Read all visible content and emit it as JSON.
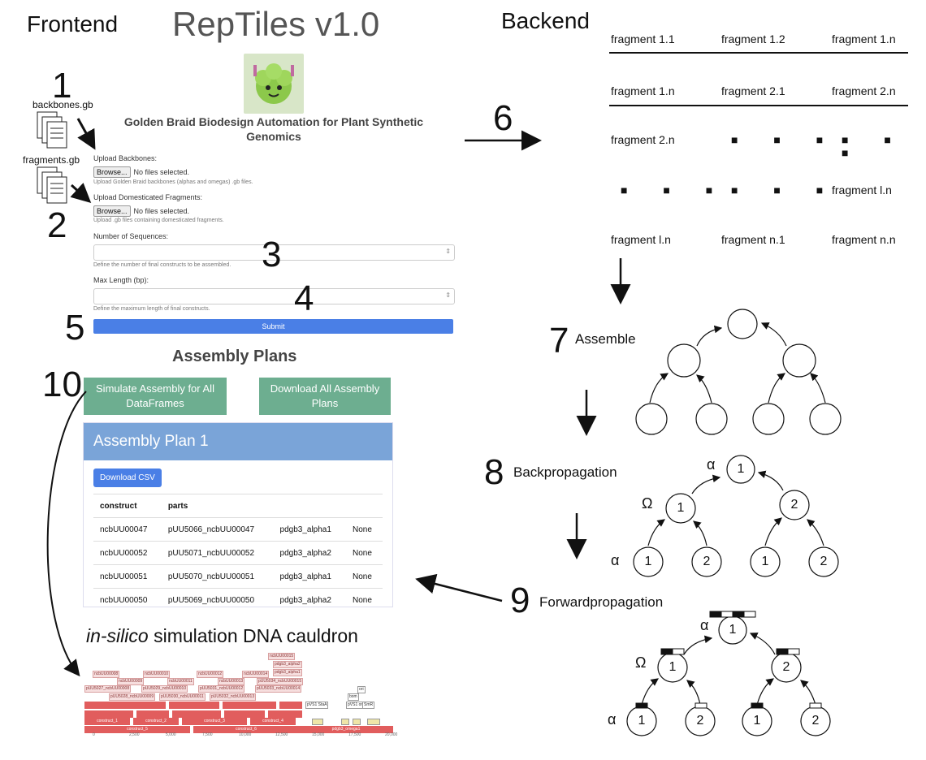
{
  "headers": {
    "frontend": "Frontend",
    "app_title": "RepTiles v1.0",
    "backend": "Backend"
  },
  "labels": {
    "n1": "1",
    "n2": "2",
    "n3": "3",
    "n4": "4",
    "n5": "5",
    "n6": "6",
    "n7": "7",
    "n8": "8",
    "n9": "9",
    "n10": "10"
  },
  "files": {
    "backbones": "backbones.gb",
    "fragments": "fragments.gb"
  },
  "ui": {
    "subtitle": "Golden Braid Biodesign Automation for Plant Synthetic Genomics",
    "upload_backbones_label": "Upload Backbones:",
    "browse": "Browse...",
    "no_files": "No files selected.",
    "upload_backbones_help": "Upload Golden Braid backbones (alphas and omegas) .gb files.",
    "upload_frag_label": "Upload Domesticated Fragments:",
    "upload_frag_help": "Upload .gb files containing domesticated fragments.",
    "num_seq_label": "Number of Sequences:",
    "num_seq_help": "Define the number of final constructs to be assembled.",
    "max_len_label": "Max Length (bp):",
    "max_len_help": "Define the maximum length of final constructs.",
    "submit": "Submit"
  },
  "plans": {
    "title": "Assembly Plans",
    "simulate_btn": "Simulate Assembly for All DataFrames",
    "download_btn": "Download All Assembly Plans",
    "card_title": "Assembly Plan 1",
    "csv_btn": "Download CSV",
    "columns": [
      "construct",
      "parts",
      "",
      ""
    ],
    "rows": [
      [
        "ncbUU00047",
        "pUU5066_ncbUU00047",
        "pdgb3_alpha1",
        "None"
      ],
      [
        "ncbUU00052",
        "pUU5071_ncbUU00052",
        "pdgb3_alpha2",
        "None"
      ],
      [
        "ncbUU00051",
        "pUU5070_ncbUU00051",
        "pdgb3_alpha1",
        "None"
      ],
      [
        "ncbUU00050",
        "pUU5069_ncbUU00050",
        "pdgb3_alpha2",
        "None"
      ]
    ]
  },
  "sim": {
    "title_italic": "in-silico",
    "title_rest": " simulation DNA cauldron",
    "tags": [
      "ncbUU00015",
      "pdgb3_alpha2",
      "pdgb3_alpha1",
      "ncbUU00008",
      "ncbUU00010",
      "ncbUU00012",
      "ncbUU00014",
      "ncbUU00009",
      "ncbUU00011",
      "ncbUU00013",
      "pUU5034_ncbUU00015",
      "pUU5027_ncbUU00008",
      "pUU5029_ncbUU00010",
      "pUU5031_ncbUU00012",
      "pUU5033_ncbUU00014",
      "pUU5028_ncbUU00009",
      "pUU5030_ncbUU00011",
      "pUU5032_ncbUU00013",
      "ori",
      "bom",
      "pVS1 StaA",
      "pVS1 oriV",
      "SmR"
    ],
    "bar_labels": [
      "construct_1",
      "construct_2",
      "construct_3",
      "construct_4",
      "construct_5",
      "construct_6",
      "pdgb3_omega1"
    ],
    "ticks": [
      "0",
      "2,500",
      "5,000",
      "7,500",
      "10,000",
      "12,500",
      "15,000",
      "17,500",
      "20,000"
    ]
  },
  "backend": {
    "rows": [
      [
        "fragment 1.1",
        "fragment 1.2",
        "fragment 1.n"
      ],
      [
        "fragment 1.n",
        "fragment 2.1",
        "fragment 2.n"
      ],
      [
        "fragment 2.n",
        "■ ■ ■",
        "■ ■ ■"
      ],
      [
        "■ ■ ■",
        "■ ■ ■",
        "fragment l.n"
      ],
      [
        "fragment l.n",
        "fragment n.1",
        "fragment n.n"
      ]
    ],
    "assemble": "Assemble",
    "backprop": "Backpropagation",
    "forwardprop": "Forwardpropagation",
    "alpha": "α",
    "omega": "Ω",
    "node1": "1",
    "node2": "2"
  }
}
